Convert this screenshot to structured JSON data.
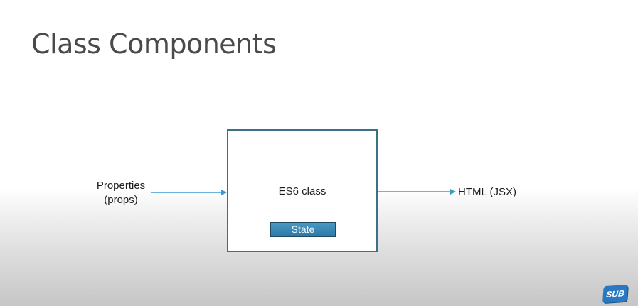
{
  "slide": {
    "title": "Class Components"
  },
  "diagram": {
    "input_label_line1": "Properties",
    "input_label_line2": "(props)",
    "class_label": "ES6 class",
    "state_label": "State",
    "output_label": "HTML (JSX)"
  },
  "badge": {
    "label": "SUB"
  },
  "colors": {
    "title": "#4a4a4a",
    "rule": "#bdbdbd",
    "box_border": "#3d6f86",
    "arrow": "#3a9bd0",
    "state_fill": "#3b88b8",
    "badge": "#2a78c2"
  }
}
